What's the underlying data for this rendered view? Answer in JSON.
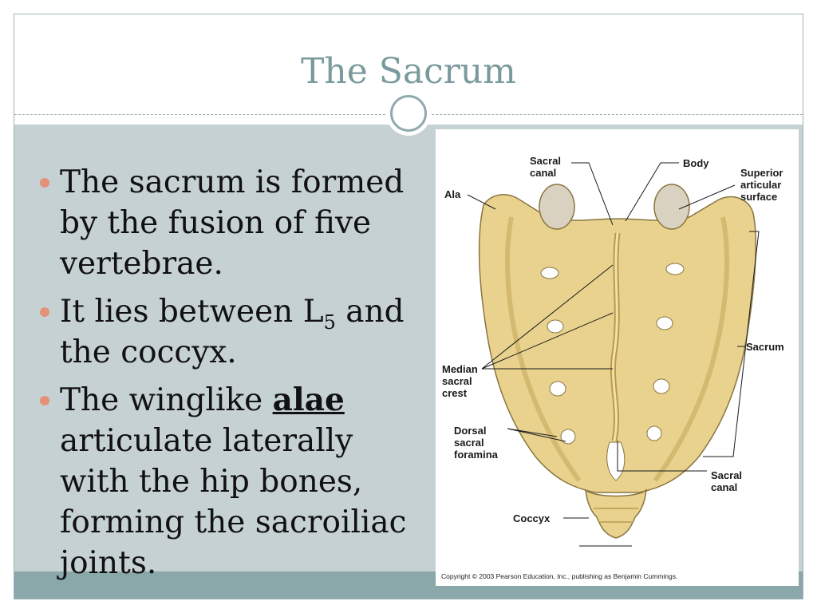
{
  "slide": {
    "title": "The Sacrum"
  },
  "bullets": {
    "b1": "The sacrum is formed by the fusion of five vertebrae.",
    "b2_pre": "It lies between L",
    "b2_sub": "5",
    "b2_post": " and the coccyx.",
    "b3_pre": "The winglike ",
    "b3_bold": "alae",
    "b3_post": " articulate laterally with the hip bones, forming the sacroiliac joints."
  },
  "figure": {
    "labels": {
      "sacral_canal_top": "Sacral\ncanal",
      "body": "Body",
      "superior_articular_surface": "Superior\narticular\nsurface",
      "ala": "Ala",
      "sacrum": "Sacrum",
      "median_sacral_crest": "Median\nsacral\ncrest",
      "dorsal_sacral_foramina": "Dorsal\nsacral\nforamina",
      "sacral_canal_bottom": "Sacral\ncanal",
      "coccyx": "Coccyx"
    },
    "copyright": "Copyright © 2003 Pearson Education, Inc., publishing as Benjamin Cummings."
  },
  "colors": {
    "title": "#7a9a9c",
    "content_bg": "#c6d1d3",
    "footer": "#8aa7a9",
    "bullet": "#e39178",
    "bone": "#e8d28e"
  }
}
